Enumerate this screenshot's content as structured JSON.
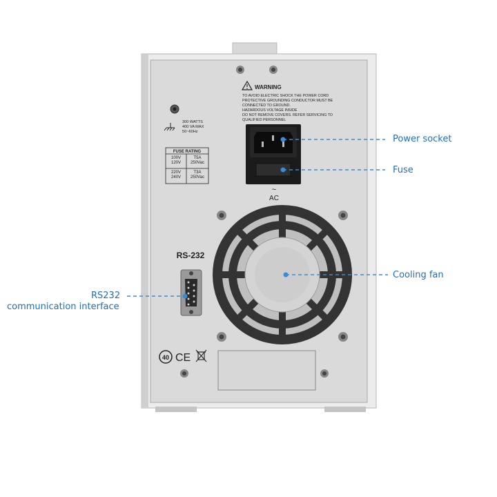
{
  "warning": {
    "heading": "WARNING",
    "lines": [
      "TO AVOID ELECTRIC SHOCK THE POWER CORD",
      "PROTECTIVE GROUNDING CONDUCTOR MUST BE",
      "CONNECTED TO GROUND.",
      "HAZARDOUS VOLTAGE INSIDE",
      "DO NOT REMOVE COVERS. REFER SERVICING TO",
      "QUALIFIED PERSONNEL"
    ]
  },
  "power_rating": {
    "lines": [
      "300 WATTS",
      "400 VA MAX",
      "50~60Hz"
    ]
  },
  "fuse_table": {
    "title": "FUSE RATING",
    "rows": [
      {
        "voltage": [
          "100V",
          "120V"
        ],
        "fuse": [
          "T5A",
          "250Vac"
        ]
      },
      {
        "voltage": [
          "220V",
          "240V"
        ],
        "fuse": [
          "T3A",
          "250Vac"
        ]
      }
    ]
  },
  "ac_label": {
    "symbol": "~",
    "text": "AC"
  },
  "rs232_label": "RS-232",
  "marks": {
    "rohs": "40",
    "ce": "CE"
  },
  "callouts": {
    "power_socket": "Power socket",
    "fuse": "Fuse",
    "cooling_fan": "Cooling fan",
    "rs232_line1": "RS232",
    "rs232_line2": "communication interface"
  },
  "colors": {
    "callout": "#1f6fb8",
    "panel": "#dadada",
    "case": "#ebebeb"
  }
}
